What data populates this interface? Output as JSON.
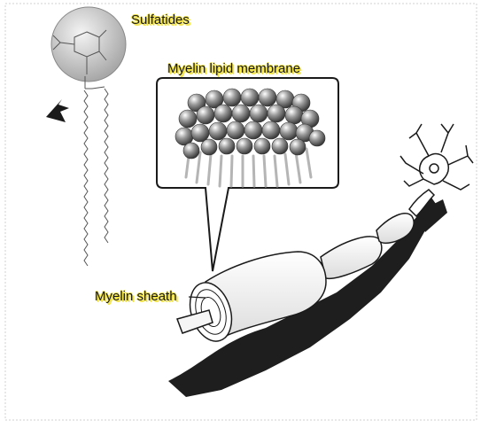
{
  "labels": {
    "sulfatides": "Sulfatides",
    "membrane": "Myelin lipid membrane",
    "sheath": "Myelin sheath"
  },
  "colors": {
    "highlight": "#f2e34a",
    "ink": "#1a1a1a",
    "sphere": "#8a8a8a",
    "frame": "#d0d0d0"
  },
  "icons": [
    "arrow-pointer-icon",
    "neuron-cell-body-icon"
  ]
}
